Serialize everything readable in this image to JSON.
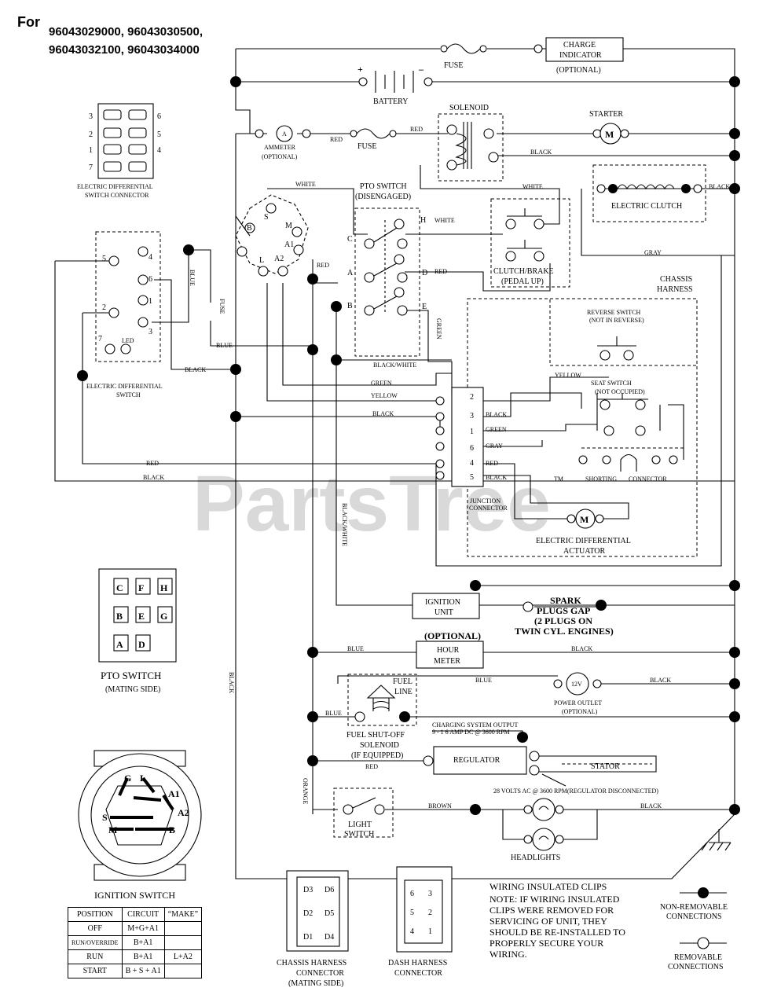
{
  "header": {
    "for_label": "For",
    "models_line1": "96043029000, 96043030500,",
    "models_line2": "96043032100, 96043034000"
  },
  "watermark": {
    "text": "PartsTree",
    "tm": "TM"
  },
  "top": {
    "fuse": "FUSE",
    "charge_indicator_1": "CHARGE",
    "charge_indicator_2": "INDICATOR",
    "optional": "(OPTIONAL)",
    "battery": "BATTERY",
    "plus": "+",
    "minus": "–",
    "solenoid": "SOLENOID",
    "starter": "STARTER",
    "ammeter": "AMMETER",
    "ammeter_opt": "(OPTIONAL)",
    "fuse2": "FUSE",
    "electric_clutch": "ELECTRIC CLUTCH"
  },
  "wire_colors": {
    "red": "RED",
    "black": "BLACK",
    "white": "WHITE",
    "blue": "BLUE",
    "green": "GREEN",
    "yellow": "YELLOW",
    "gray": "GRAY",
    "orange": "ORANGE",
    "brown": "BROWN",
    "black_white": "BLACK/WHITE",
    "black_white2": "BLACK/WHITE"
  },
  "ed_connector": {
    "title1": "ELECTRIC DIFFERENTIAL",
    "title2": "SWITCH CONNECTOR",
    "pins": [
      "3",
      "6",
      "2",
      "5",
      "1",
      "4",
      "7"
    ]
  },
  "pto_switch": {
    "title1": "PTO SWITCH",
    "title2": "(DISENGAGED)",
    "letters": [
      "C",
      "H",
      "A",
      "D",
      "B",
      "E"
    ],
    "mating_title": "PTO SWITCH",
    "mating_sub": "(MATING SIDE)",
    "mating_letters": [
      "C",
      "F",
      "H",
      "B",
      "E",
      "G",
      "A",
      "D"
    ]
  },
  "ignition_terminals": [
    "S",
    "B",
    "M",
    "L",
    "A2",
    "A1"
  ],
  "clutch_brake": {
    "l1": "CLUTCH/BRAKE",
    "l2": "(PEDAL UP)"
  },
  "chassis_harness": {
    "l1": "CHASSIS",
    "l2": "HARNESS"
  },
  "reverse_switch": {
    "l1": "REVERSE SWITCH",
    "l2": "(NOT IN REVERSE)"
  },
  "seat_switch": {
    "l1": "SEAT SWITCH",
    "l2": "(NOT OCCUPIED)"
  },
  "shorting_connector": {
    "l1": "SHORTING",
    "l2": "CONNECTOR"
  },
  "junction": {
    "l1": "JUNCTION",
    "l2": "CONNECTOR",
    "pins": [
      "2",
      "3",
      "1",
      "6",
      "4",
      "5"
    ],
    "pin_colors": [
      "BLACK",
      "GREEN",
      "GRAY",
      "RED",
      "BLACK"
    ]
  },
  "ed_actuator": {
    "l1": "ELECTRIC DIFFERENTIAL",
    "l2": "ACTUATOR"
  },
  "ed_switch": {
    "l1": "ELECTRIC DIFFERENTIAL",
    "l2": "SWITCH",
    "led": "LED",
    "pins": [
      "5",
      "4",
      "6",
      "1",
      "2",
      "3",
      "7"
    ]
  },
  "ignition_unit": {
    "l1": "IGNITION",
    "l2": "UNIT"
  },
  "spark": {
    "l1": "SPARK",
    "l2": "PLUGS GAP",
    "l3": "(2 PLUGS ON",
    "l4": "TWIN CYL. ENGINES)"
  },
  "hour_meter": {
    "opt": "(OPTIONAL)",
    "l1": "HOUR",
    "l2": "METER"
  },
  "power_outlet": {
    "v": "12V",
    "l1": "POWER OUTLET",
    "l2": "(OPTIONAL)"
  },
  "fuel_line": {
    "l1": "FUEL",
    "l2": "LINE"
  },
  "fuel_solenoid": {
    "l1": "FUEL SHUT-OFF",
    "l2": "SOLENOID",
    "l3": "(IF EQUIPPED)"
  },
  "charging": {
    "l1": "CHARGING SYSTEM OUTPUT",
    "l2": "9 - 1 6 AMP DC @ 3600 RPM"
  },
  "regulator": "REGULATOR",
  "stator": "STATOR",
  "volts_ac": "28 VOLTS AC @ 3600 RPM(REGULATOR DISCONNECTED)",
  "light_switch": {
    "l1": "LIGHT",
    "l2": "SWITCH"
  },
  "headlights": "HEADLIGHTS",
  "ignition_switch": {
    "title": "IGNITION SWITCH",
    "letters": [
      "G",
      "L",
      "A1",
      "A2",
      "S",
      "M",
      "B"
    ],
    "table_headers": [
      "POSITION",
      "CIRCUIT",
      "“MAKE”"
    ],
    "rows": [
      [
        "OFF",
        "M+G+A1",
        ""
      ],
      [
        "RUN/OVERRIDE",
        "B+A1",
        ""
      ],
      [
        "RUN",
        "B+A1",
        "L+A2"
      ],
      [
        "START",
        "B + S + A1",
        ""
      ]
    ]
  },
  "chassis_connector": {
    "l1": "CHASSIS HARNESS",
    "l2": "CONNECTOR",
    "l3": "(MATING SIDE)",
    "pins": [
      "D3",
      "D6",
      "D2",
      "D5",
      "D1",
      "D4"
    ]
  },
  "dash_connector": {
    "l1": "DASH HARNESS",
    "l2": "CONNECTOR",
    "pins": [
      "6",
      "3",
      "5",
      "2",
      "4",
      "1"
    ]
  },
  "notes": {
    "l1": "WIRING INSULATED CLIPS",
    "l2": "NOTE:  IF WIRING INSULATED",
    "l3": "CLIPS WERE REMOVED FOR",
    "l4": "SERVICING OF UNIT, THEY",
    "l5": "SHOULD BE RE-INSTALLED TO",
    "l6": "PROPERLY SECURE YOUR",
    "l7": "WIRING."
  },
  "legend": {
    "nonremovable1": "NON-REMOVABLE",
    "nonremovable2": "CONNECTIONS",
    "removable1": "REMOVABLE",
    "removable2": "CONNECTIONS"
  }
}
